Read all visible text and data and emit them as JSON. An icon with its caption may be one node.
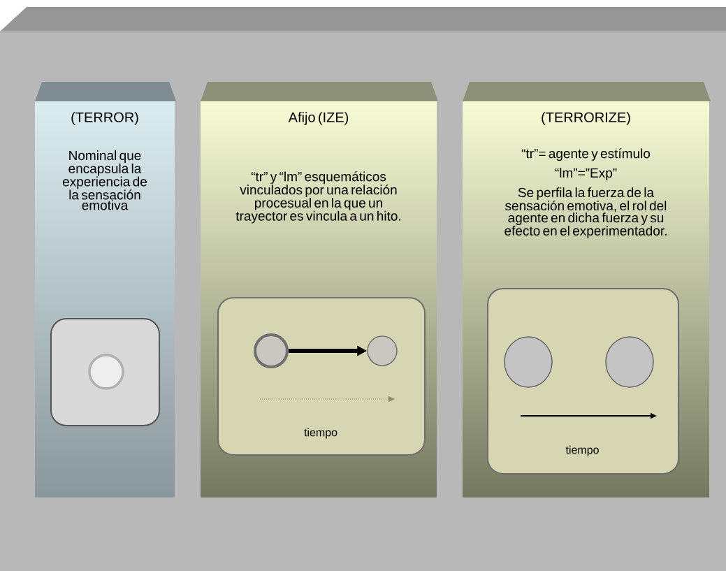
{
  "diagram": {
    "nodes": [
      {
        "text": [
          "(TERROR)",
          "Nominal que encapsula la experiencia de la sensación emotiva"
        ]
      },
      {
        "text": [],
        "shape": "box",
        "in": 0
      },
      {
        "text": [],
        "shape": "circle",
        "in": 1
      },
      {
        "text": [
          "Afijo (IZE)",
          "“tr” y “lm” esquemáticos vinculados por una relación procesual en la que un trayector es vincula a un hito."
        ]
      },
      {
        "text": [
          "tiempo"
        ],
        "in": 3
      },
      {
        "text": [],
        "shape": "circle",
        "in": 4
      },
      {
        "text": [],
        "shape": "circle",
        "in": 4
      },
      {
        "text": [
          "(TERRORIZE)",
          "“tr”= agente y estímulo",
          "“lm”=”Exp”",
          "Se perfila la fuerza de la sensación emotiva, el rol del agente en dicha fuerza y su efecto en el experimentador."
        ]
      },
      {
        "text": [
          "tiempo"
        ],
        "in": 7
      },
      {
        "text": [],
        "shape": "circle",
        "in": 8
      },
      {
        "text": [],
        "shape": "circle",
        "in": 8
      }
    ],
    "edges": [
      {
        "from": 5,
        "to": 6,
        "arrow": "to"
      }
    ]
  }
}
